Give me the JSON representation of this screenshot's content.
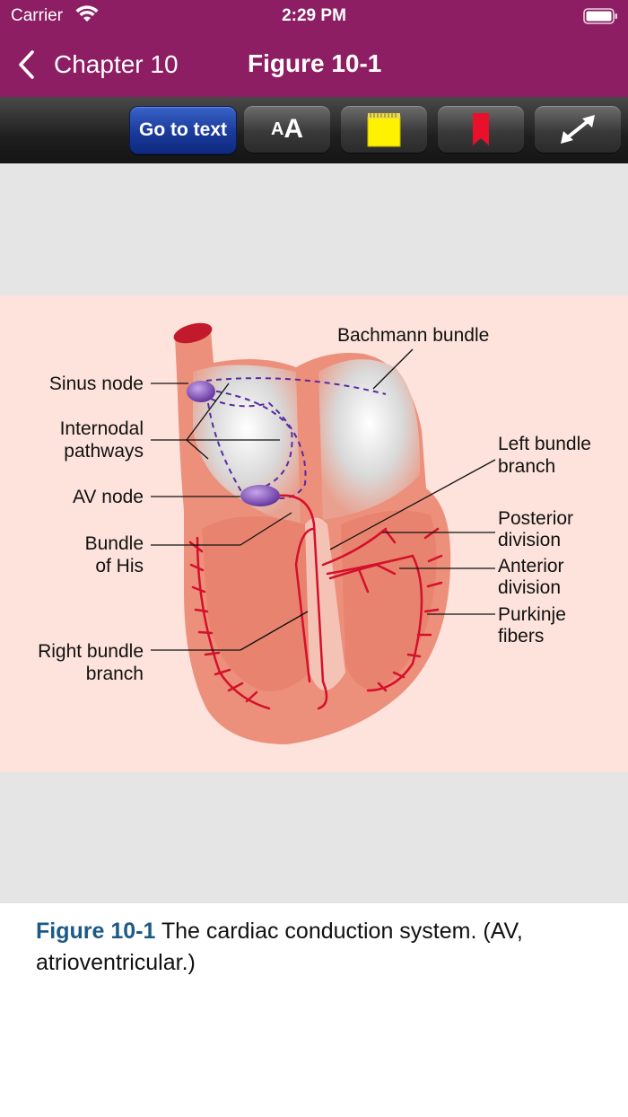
{
  "status_bar": {
    "carrier": "Carrier",
    "time": "2:29 PM"
  },
  "nav": {
    "back_label": "Chapter 10",
    "title": "Figure 10-1"
  },
  "toolbar": {
    "go_to_text": "Go to text",
    "font_small": "A",
    "font_big": "A",
    "note_icon": "sticky-note-icon",
    "bookmark_icon": "bookmark-icon",
    "expand_icon": "expand-arrows-icon"
  },
  "figure": {
    "labels": {
      "bachmann": "Bachmann bundle",
      "sinus": "Sinus node",
      "internodal_1": "Internodal",
      "internodal_2": "pathways",
      "left_bundle_1": "Left bundle",
      "left_bundle_2": "branch",
      "av_node": "AV node",
      "posterior_1": "Posterior",
      "posterior_2": "division",
      "his_1": "Bundle",
      "his_2": "of His",
      "anterior_1": "Anterior",
      "anterior_2": "division",
      "purkinje_1": "Purkinje",
      "purkinje_2": "fibers",
      "right_bundle_1": "Right bundle",
      "right_bundle_2": "branch"
    }
  },
  "caption": {
    "label": "Figure 10-1",
    "text": " The cardiac conduction system. (AV, atrioventricular.)"
  },
  "colors": {
    "header": "#8e1e63",
    "caption_label": "#1b5a86",
    "conduction": "#d4102a",
    "node": "#7b4fb0"
  }
}
